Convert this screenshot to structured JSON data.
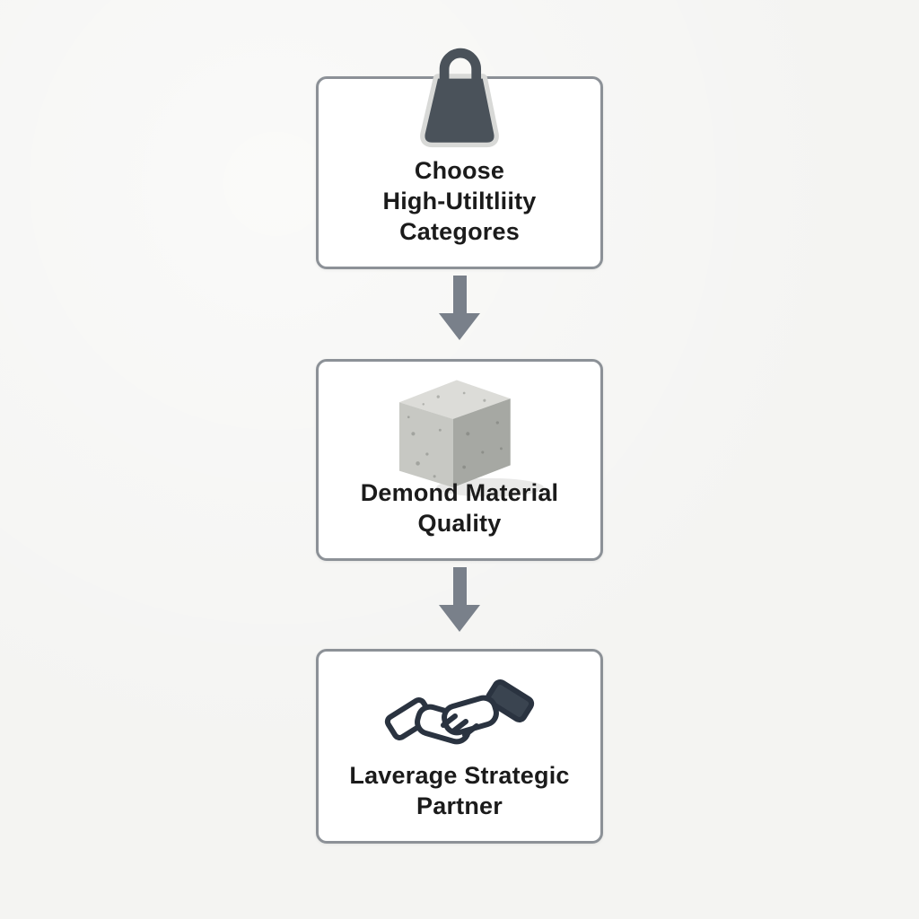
{
  "page": {
    "background": "#f4f4f2"
  },
  "diagram": {
    "steps": [
      {
        "id": "choose-categories",
        "icon": "shopping-bag-icon",
        "lines": [
          "Choose",
          "High-Utiltliity",
          "Categores"
        ]
      },
      {
        "id": "material-quality",
        "icon": "concrete-cube-icon",
        "lines": [
          "Demond Material",
          "Quality"
        ]
      },
      {
        "id": "strategic-partner",
        "icon": "handshake-icon",
        "lines": [
          "Laverage Strategic",
          "Partner"
        ]
      }
    ],
    "connectors": [
      {
        "type": "arrow-down"
      },
      {
        "type": "arrow-down"
      }
    ],
    "colors": {
      "box_background": "#ffffff",
      "box_border": "#8c9197",
      "arrow": "#79808a",
      "text": "#1b1b1b",
      "bag_fill": "#4a525a",
      "bag_halo": "#d8d9d7",
      "cube_top": "#dcdcd8",
      "cube_front": "#c7c8c3",
      "cube_side": "#a6a8a3",
      "handshake_stroke": "#2a3340",
      "handshake_cuff_fill": "#3a4450",
      "page_bg": "#f4f4f2"
    }
  }
}
